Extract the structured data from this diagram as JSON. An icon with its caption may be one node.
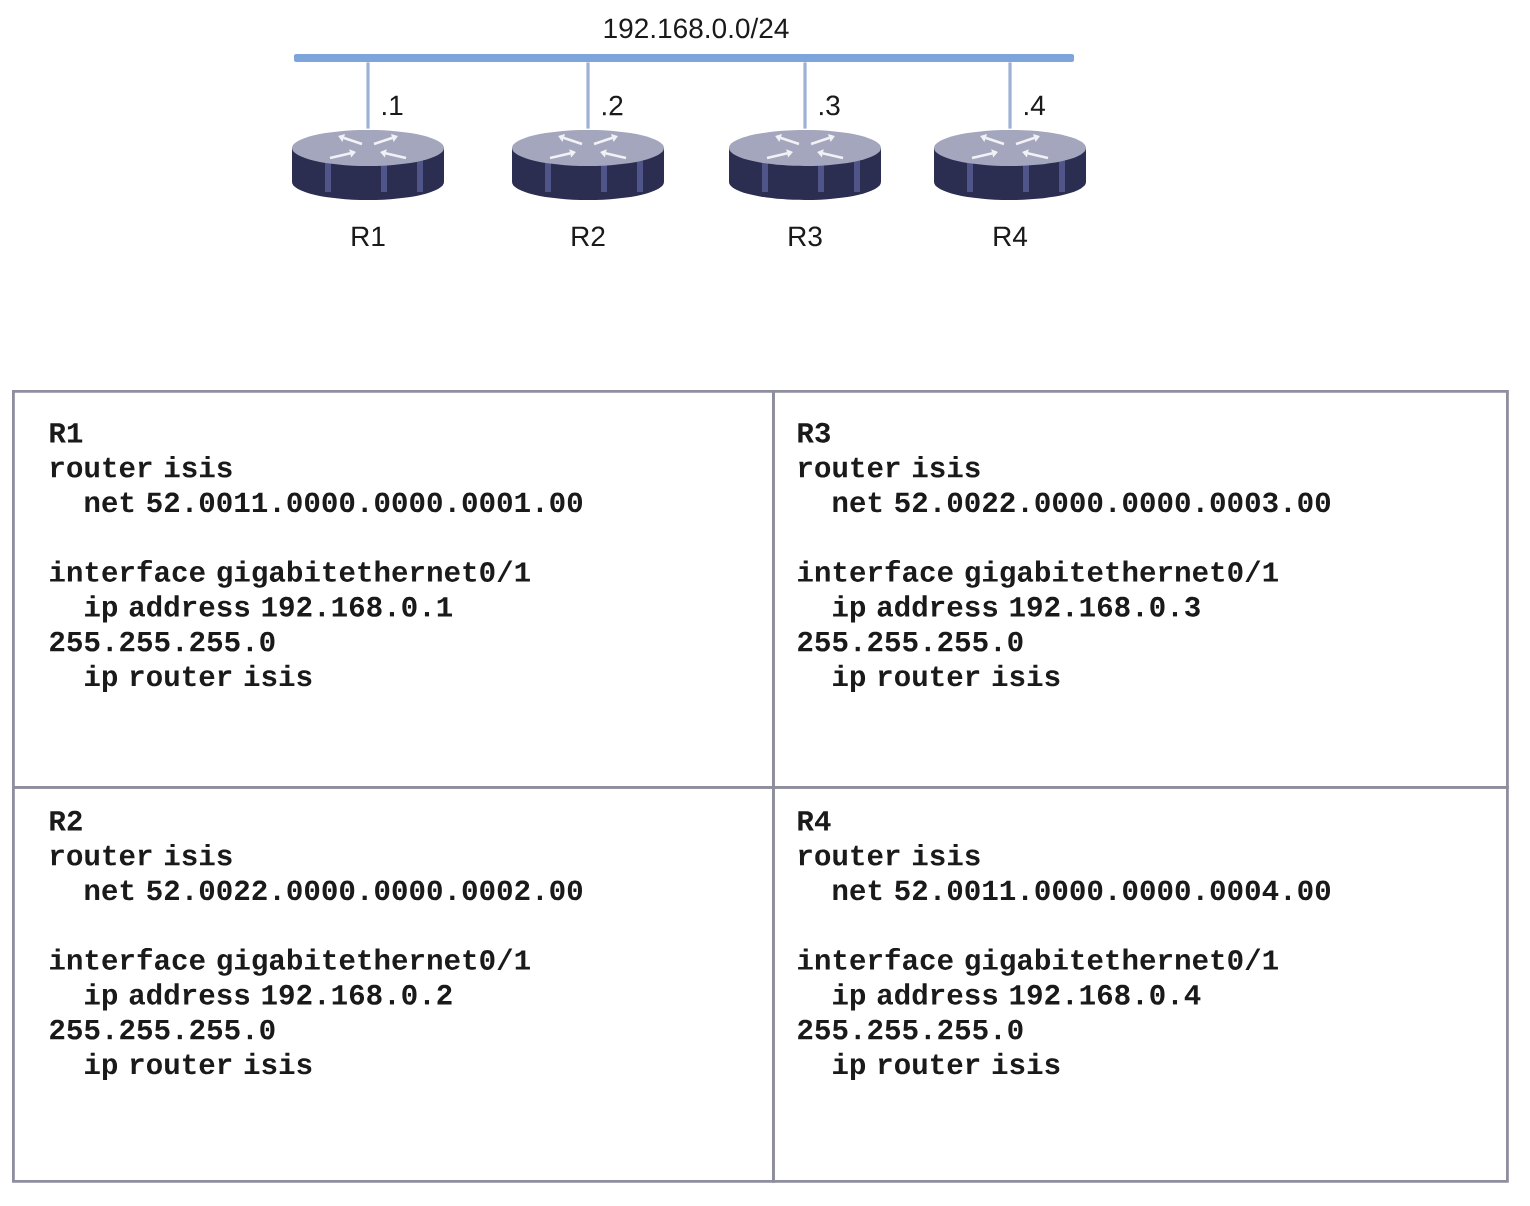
{
  "diagram": {
    "nodes": [
      {
        "text": [],
        "shape": "bar",
        "beside": [
          "192.168.0.0/24"
        ]
      },
      {
        "text": [
          "R1"
        ]
      },
      {
        "text": [
          "R2"
        ]
      },
      {
        "text": [
          "R3"
        ]
      },
      {
        "text": [
          "R4"
        ]
      },
      {
        "text": [
          "R1",
          "router isis",
          "net 52.0011.0000.0000.0001.00",
          "interface gigabitethernet0/1",
          "ip address 192.168.0.1 255.255.255.0",
          "ip router isis"
        ]
      },
      {
        "text": [
          "R3",
          "router isis",
          "net 52.0022.0000.0000.0003.00",
          "interface gigabitethernet0/1",
          "ip address 192.168.0.3 255.255.255.0",
          "ip router isis"
        ]
      },
      {
        "text": [
          "R2",
          "router isis",
          "net 52.0022.0000.0000.0002.00",
          "interface gigabitethernet0/1",
          "ip address 192.168.0.2 255.255.255.0",
          "ip router isis"
        ]
      },
      {
        "text": [
          "R4",
          "router isis",
          "net 52.0011.0000.0000.0004.00",
          "interface gigabitethernet0/1",
          "ip address 192.168.0.4 255.255.255.0",
          "ip router isis"
        ]
      }
    ],
    "edges": [
      {
        "from": 0,
        "to": 1,
        "arrow": "none",
        "label": ".1"
      },
      {
        "from": 0,
        "to": 2,
        "arrow": "none",
        "label": ".2"
      },
      {
        "from": 0,
        "to": 3,
        "arrow": "none",
        "label": ".3"
      },
      {
        "from": 0,
        "to": 4,
        "arrow": "none",
        "label": ".4"
      }
    ]
  }
}
